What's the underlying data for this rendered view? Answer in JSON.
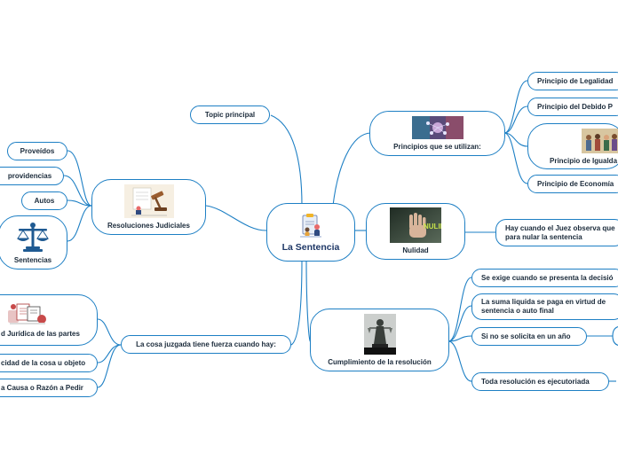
{
  "root": {
    "label": "La Sentencia",
    "icon": "document-people-icon"
  },
  "topic": {
    "label": "Topic principal"
  },
  "principios": {
    "label": "Principios que se utilizan:",
    "icon": "network-image-icon",
    "children": [
      "Principio de Legalidad",
      "Principio del Debido P",
      "Principio de Igualda",
      "Principio de Economía"
    ],
    "igualdad_icon": "people-group-image-icon"
  },
  "nulidad": {
    "label": "Nulidad",
    "image_text": "NULIDAD",
    "icon": "stop-hand-image-icon",
    "child": "Hay cuando el Juez observa que\npara nular la sentencia"
  },
  "cumplimiento": {
    "label": "Cumplimiento de la resolución",
    "icon": "justice-statue-image-icon",
    "children": [
      "Se exige cuando se presenta la decisió",
      "La suma liquida se paga en virtud de\nsentencia o auto final",
      "Si no se solicita en un año",
      "Toda resolución es ejecutoriada"
    ]
  },
  "resoluciones": {
    "label": "Resoluciones Judiciales",
    "icon": "judge-gavel-image-icon",
    "children": [
      "Proveídos",
      "providencias",
      "Autos",
      "Sentencias"
    ],
    "sentencias_icon": "scales-justice-icon"
  },
  "cosa": {
    "label": "La cosa juzgada tiene fuerza cuando hay:",
    "children": [
      "d Jurídica de las partes",
      "cidad de la cosa u objeto",
      "a Causa o Razón a Pedir"
    ],
    "partes_icon": "documents-illustration-icon"
  },
  "colors": {
    "line": "#1d7fc4",
    "text": "#1a2a3a",
    "root_text": "#1e3766"
  }
}
